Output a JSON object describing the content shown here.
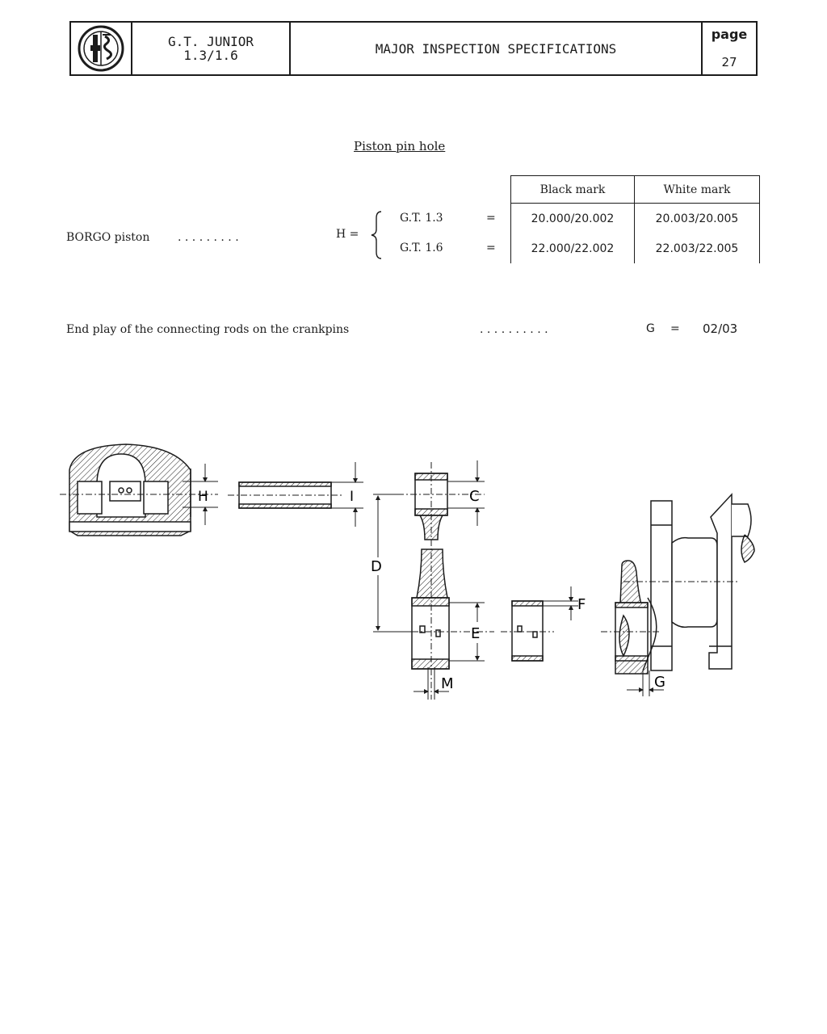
{
  "header": {
    "model_line1": "G.T. JUNIOR",
    "model_line2": "1.3/1.6",
    "title": "MAJOR INSPECTION SPECIFICATIONS",
    "page_label": "page",
    "page_number": "27"
  },
  "section": {
    "title": "Piston pin hole"
  },
  "table": {
    "headers": [
      "Black mark",
      "White mark"
    ],
    "rows": [
      {
        "label": "G.T. 1.3",
        "eq": "=",
        "black": "20.000/20.002",
        "white": "20.003/20.005"
      },
      {
        "label": "G.T. 1.6",
        "eq": "=",
        "black": "22.000/22.002",
        "white": "22.003/22.005"
      }
    ]
  },
  "borgo": {
    "label": "BORGO piston",
    "dots": ". . . . . . . . .",
    "symbol": "H ="
  },
  "end_play": {
    "label": "End play of the connecting rods on the crankpins",
    "dots": ". . . . . . . . . .",
    "symbol": "G",
    "eq": "=",
    "value": "02/03"
  },
  "diagram": {
    "labels": {
      "H": "H",
      "I": "I",
      "C": "C",
      "D": "D",
      "E": "E",
      "F": "F",
      "M": "M",
      "G": "G"
    }
  }
}
